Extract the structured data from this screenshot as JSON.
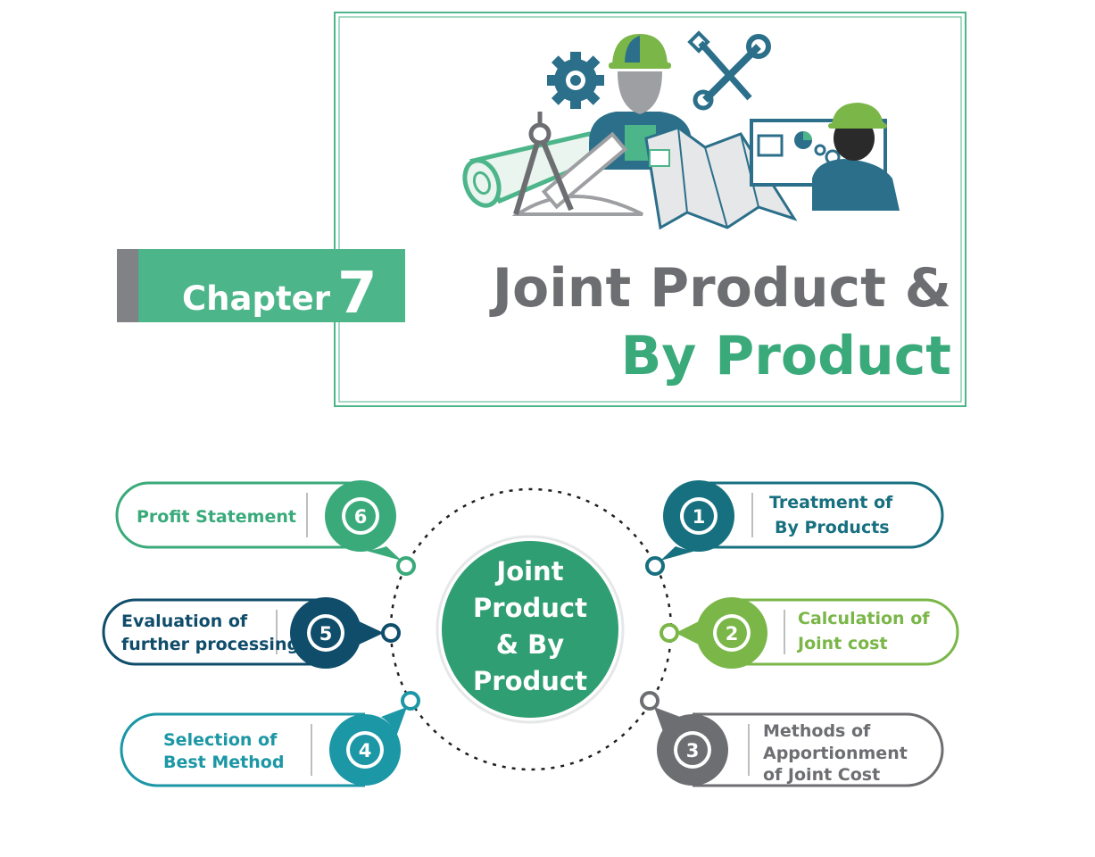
{
  "header": {
    "chapter_label": "Chapter",
    "chapter_number": "7",
    "title_line1": "Joint Product &",
    "title_line2": "By Product"
  },
  "center": {
    "lines": [
      "Joint",
      "Product",
      "& By",
      "Product"
    ]
  },
  "items": [
    {
      "number": "1",
      "lines": [
        "Treatment of",
        "By Products"
      ],
      "color": "#17707f"
    },
    {
      "number": "2",
      "lines": [
        "Calculation of",
        "Joint cost"
      ],
      "color": "#7ab648"
    },
    {
      "number": "3",
      "lines": [
        "Methods of",
        "Apportionment",
        "of Joint Cost"
      ],
      "color": "#6d6e71"
    },
    {
      "number": "4",
      "lines": [
        "Selection of",
        "Best Method"
      ],
      "color": "#1b97a5"
    },
    {
      "number": "5",
      "lines": [
        "Evaluation of",
        "further processing"
      ],
      "color": "#0f4d6b"
    },
    {
      "number": "6",
      "lines": [
        "Profit Statement"
      ],
      "color": "#3aaa7b"
    }
  ],
  "colors": {
    "green": "#4db58a",
    "title_grey": "#6d6e71",
    "title_green": "#3aaa7b",
    "center_fill": "#2f9e72",
    "frame": "#4db58a"
  },
  "icons": [
    "gear-icon",
    "worker-icon",
    "wrench-screwdriver-icon",
    "blueprint-roll-icon",
    "compass-ruler-icon",
    "map-icon",
    "monitor-icon",
    "engineer-icon"
  ]
}
